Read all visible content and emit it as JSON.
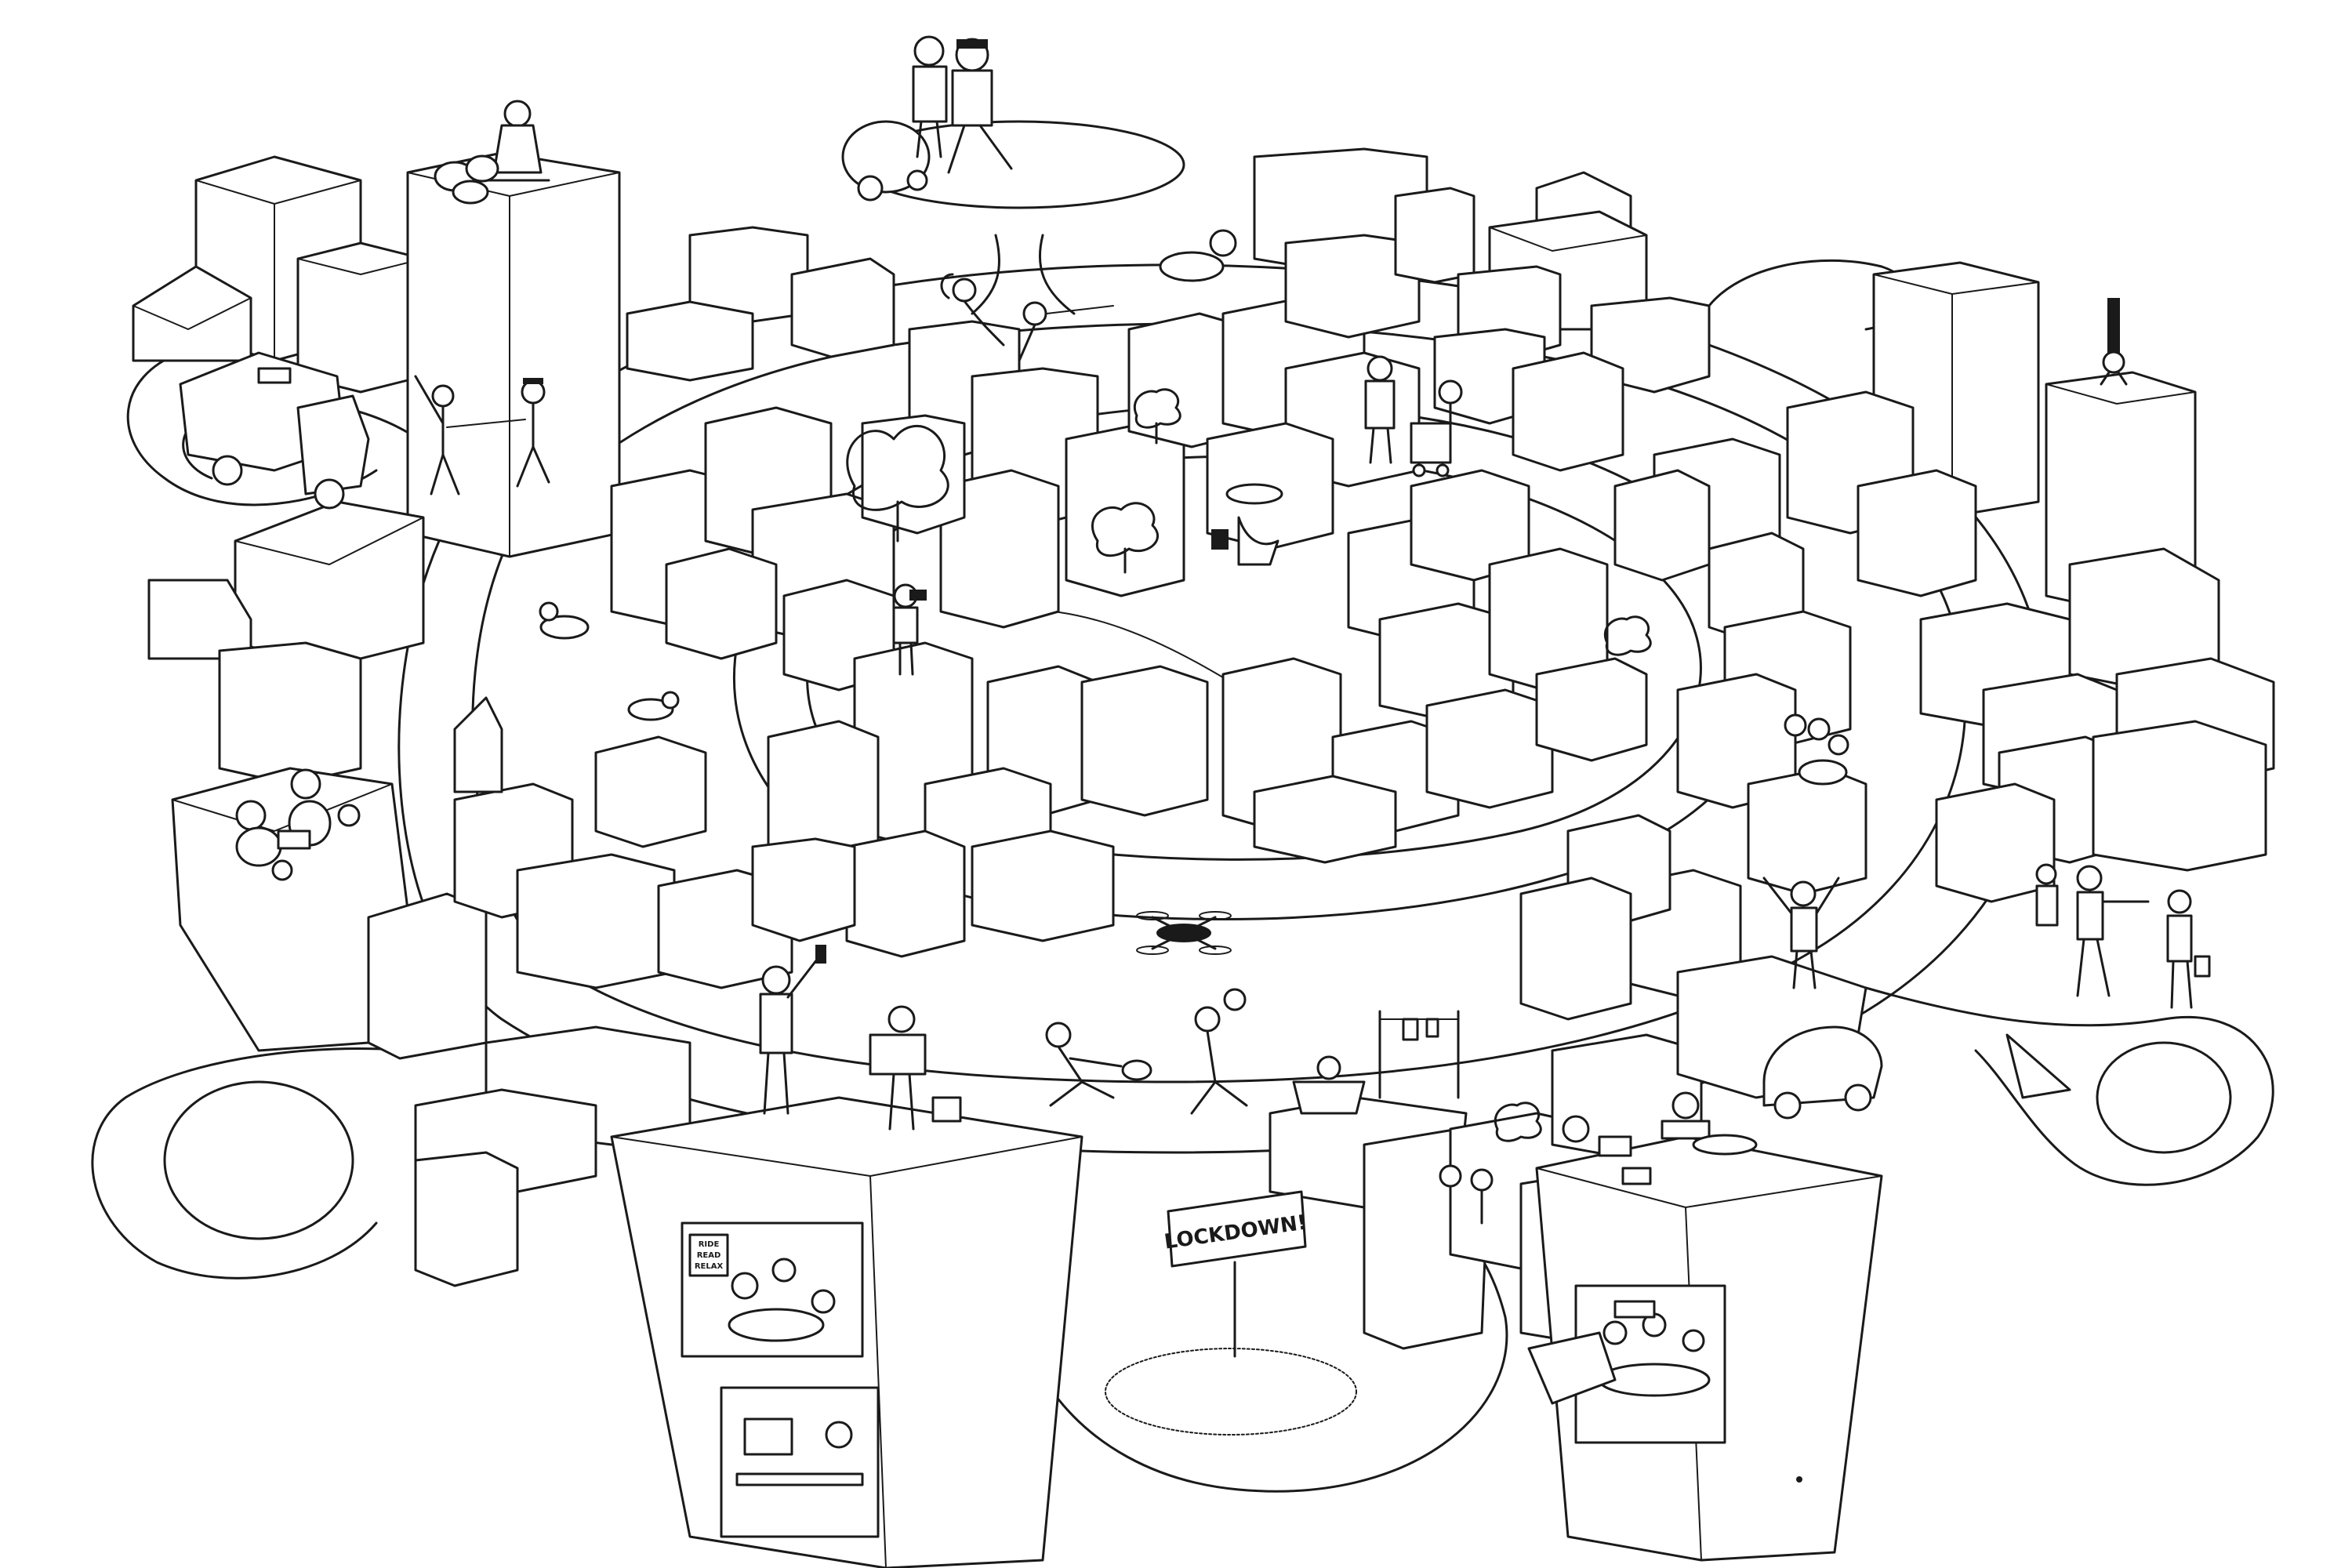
{
  "scene": {
    "background_color": "#ffffff",
    "ink_color": "#1a1a1a",
    "lockdown_sign": {
      "text": "LOCKDOWN!"
    },
    "poster": {
      "lines": [
        "RIDE",
        "READ",
        "RELAX"
      ]
    }
  }
}
